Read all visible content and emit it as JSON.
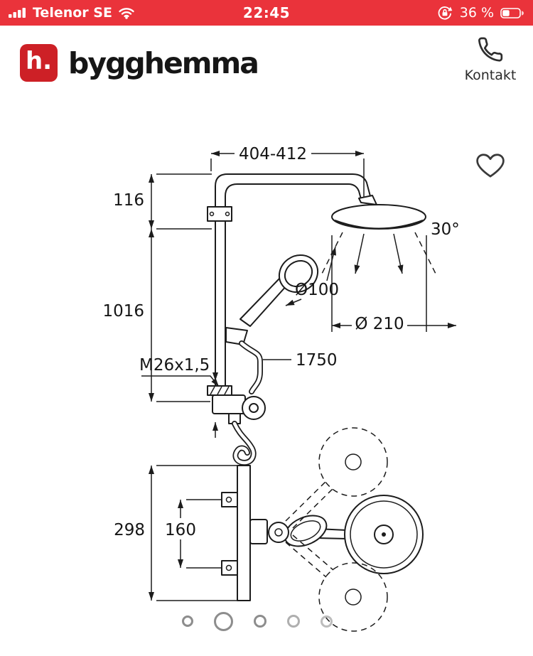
{
  "status_bar": {
    "carrier": "Telenor SE",
    "time": "22:45",
    "battery_percent": "36 %"
  },
  "header": {
    "logo_letter": "h.",
    "brand": "bygghemma",
    "contact_label": "Kontakt"
  },
  "drawing": {
    "dim_width_top": "404-412",
    "dim_offset_top": "116",
    "dim_height_riser": "1016",
    "spray_angle": "30°",
    "hand_shower_diameter": "Ø100",
    "head_shower_diameter": "Ø 210",
    "hose_length": "1750",
    "thread_size": "M26x1,5",
    "dim_mixer_height": "298",
    "dim_connection_spacing": "160"
  },
  "carousel": {
    "dot_sizes": [
      16,
      27,
      18,
      18,
      17
    ],
    "active_index": 1
  },
  "colors": {
    "status_bar_red": "#ea333b",
    "logo_red": "#cd2026",
    "drawing_line": "#1c1c1c"
  }
}
